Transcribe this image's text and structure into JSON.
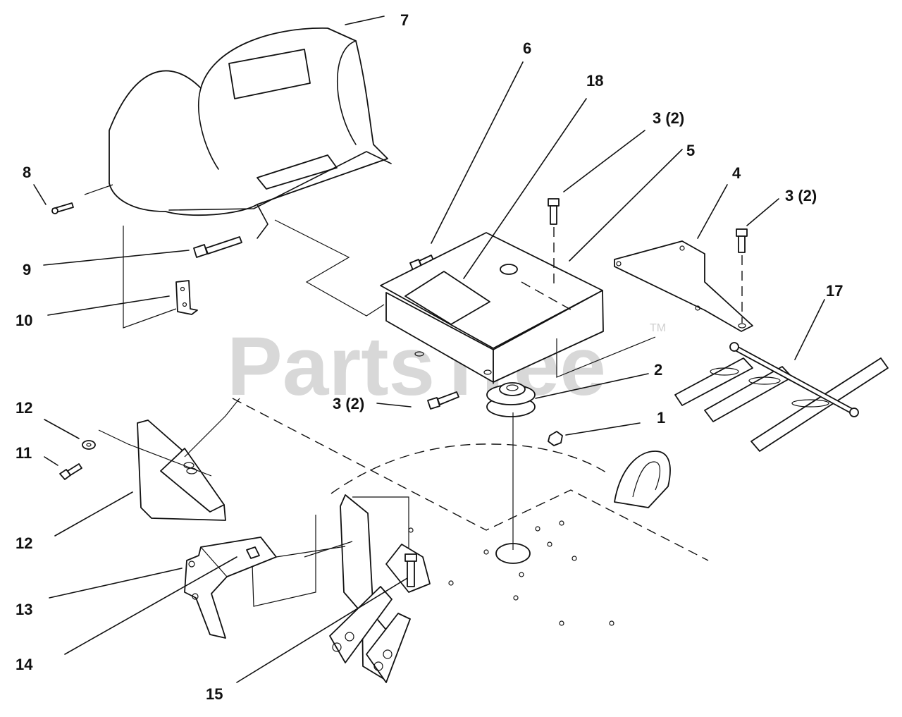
{
  "watermark": {
    "text": "PartsTree",
    "trademark": "TM"
  },
  "callouts": {
    "c1": "1",
    "c2": "2",
    "c3a": "3 (2)",
    "c3b": "3 (2)",
    "c3c": "3 (2)",
    "c4": "4",
    "c5": "5",
    "c6": "6",
    "c7": "7",
    "c8": "8",
    "c9": "9",
    "c10": "10",
    "c11": "11",
    "c12a": "12",
    "c12b": "12",
    "c13": "13",
    "c14": "14",
    "c15": "15",
    "c17": "17",
    "c18": "18"
  }
}
